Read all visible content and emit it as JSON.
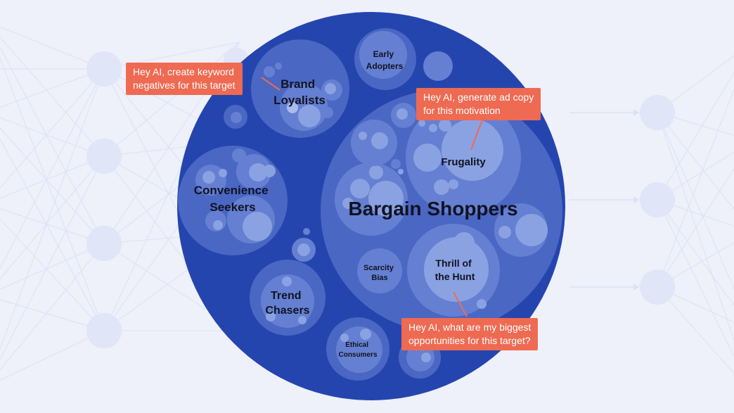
{
  "diagram": {
    "center": {
      "label": "Bargain Shoppers"
    },
    "segments": [
      {
        "id": "brand-loyalists",
        "lines": [
          "Brand",
          "Loyalists"
        ]
      },
      {
        "id": "early-adopters",
        "lines": [
          "Early",
          "Adopters"
        ]
      },
      {
        "id": "convenience-seekers",
        "lines": [
          "Convenience",
          "Seekers"
        ]
      },
      {
        "id": "trend-chasers",
        "lines": [
          "Trend",
          "Chasers"
        ]
      },
      {
        "id": "ethical-consumers",
        "lines": [
          "Ethical",
          "Consumers"
        ]
      },
      {
        "id": "frugality",
        "lines": [
          "Frugality"
        ]
      },
      {
        "id": "thrill-of-the-hunt",
        "lines": [
          "Thrill of",
          "the Hunt"
        ]
      },
      {
        "id": "scarcity-bias",
        "lines": [
          "Scarcity",
          "Bias"
        ]
      }
    ],
    "callouts": [
      {
        "id": "keyword-negatives",
        "lines": [
          "Hey AI, create keyword",
          "negatives for this target"
        ]
      },
      {
        "id": "ad-copy",
        "lines": [
          "Hey AI, generate ad copy",
          "for this motivation"
        ]
      },
      {
        "id": "opportunities",
        "lines": [
          "Hey AI, what are my biggest",
          "opportunities for this target?"
        ]
      }
    ],
    "colors": {
      "background": "#eef0fa",
      "outer_circle": "#2545ae",
      "callout": "#ee6a52",
      "node": "#dde2f7"
    }
  }
}
